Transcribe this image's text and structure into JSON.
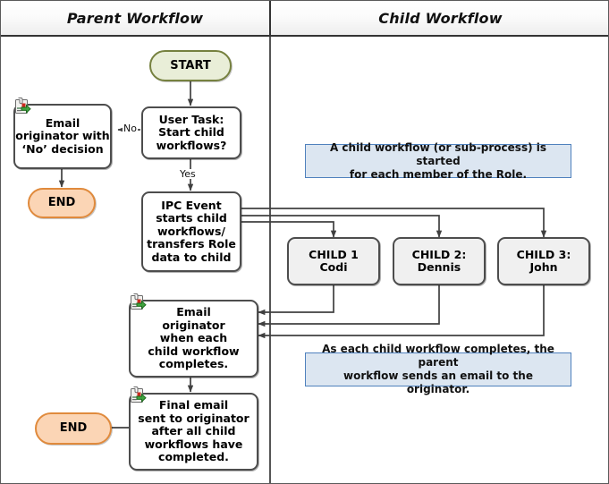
{
  "header": {
    "parent_lane": "Parent Workflow",
    "child_lane": "Child Workflow"
  },
  "nodes": {
    "start": "START",
    "user_task": "User Task:\nStart child\nworkflows?",
    "email_no": "Email\noriginator with\n‘No’ decision",
    "end_no": "END",
    "ipc_event": "IPC Event\nstarts child\nworkflows/\ntransfers Role\ndata to child",
    "child1": "CHILD 1\nCodi",
    "child2": "CHILD 2:\nDennis",
    "child3": "CHILD 3:\nJohn",
    "email_each": "Email\noriginator\nwhen each\nchild workflow\ncompletes.",
    "final_email": "Final email\nsent to originator\nafter all child\nworkflows have\ncompleted.",
    "end_final": "END"
  },
  "notes": {
    "note_top": "A child workflow (or sub-process) is started\nfor each member of the Role.",
    "note_bottom": "As each child workflow completes, the parent\nworkflow sends an email to the originator."
  },
  "edge_labels": {
    "no": "No",
    "yes": "Yes"
  },
  "colors": {
    "start_fill": "#e9eed8",
    "start_border": "#76813f",
    "end_fill": "#fbd5b5",
    "end_border": "#e08a3c",
    "task_border": "#4d4d4d",
    "child_fill": "#f0f0f0",
    "note_fill": "#dce6f1",
    "note_border": "#4f81bd",
    "connector": "#404040"
  },
  "icons": {
    "email_doc": "email-document-icon"
  }
}
